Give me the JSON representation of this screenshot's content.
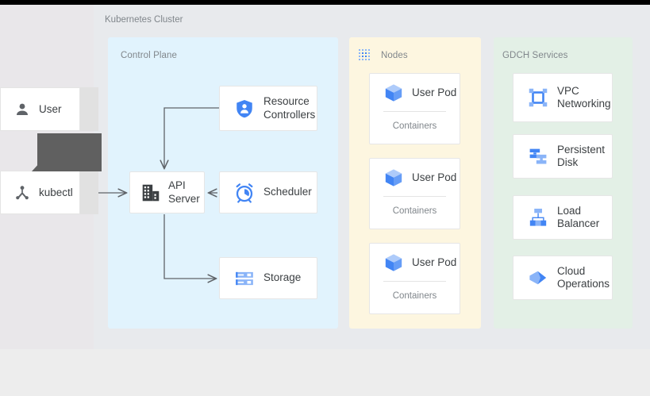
{
  "canvas": {
    "cluster_title": "Kubernetes Cluster",
    "colors": {
      "control_plane_bg": "#e1f3fd",
      "nodes_bg": "#fdf6e0",
      "services_bg": "#e3f0e6",
      "canvas_bg": "#e8eaed",
      "left_pane_bg": "#e9e7ea",
      "card_bg": "#ffffff",
      "icon_blue": "#4285f4",
      "icon_blue_light": "#8ab4f8",
      "text_primary": "#3c4043",
      "text_muted": "#80868b",
      "arrow": "#5f6368",
      "tooltip_bg": "#606060"
    }
  },
  "actors": [
    {
      "label": "User",
      "icon": "person-icon"
    },
    {
      "label": "kubectl",
      "icon": "kubectl-icon"
    }
  ],
  "tooltip": {
    "text": ""
  },
  "groups": {
    "control_plane": {
      "label": "Control Plane",
      "nodes": [
        {
          "label": "Resource Controllers",
          "icon": "shield-person-icon"
        },
        {
          "label": "API Server",
          "icon": "api-server-icon"
        },
        {
          "label": "Scheduler",
          "icon": "alarm-clock-icon"
        },
        {
          "label": "Storage",
          "icon": "storage-rack-icon"
        }
      ]
    },
    "nodes": {
      "label": "Nodes",
      "icon": "dotted-grid-icon",
      "pods": [
        {
          "label": "User Pod",
          "sublabel": "Containers",
          "icon": "cube-icon"
        },
        {
          "label": "User Pod",
          "sublabel": "Containers",
          "icon": "cube-icon"
        },
        {
          "label": "User Pod",
          "sublabel": "Containers",
          "icon": "cube-icon"
        }
      ]
    },
    "services": {
      "label": "GDCH Services",
      "items": [
        {
          "label": "VPC Networking",
          "icon": "vpc-networking-icon"
        },
        {
          "label": "Persistent Disk",
          "icon": "persistent-disk-icon"
        },
        {
          "label": "Load Balancer",
          "icon": "load-balancer-icon"
        },
        {
          "label": "Cloud Operations",
          "icon": "cloud-operations-icon"
        }
      ]
    }
  },
  "connections": [
    {
      "from": "kubectl",
      "to": "API Server"
    },
    {
      "from": "Resource Controllers",
      "to": "API Server"
    },
    {
      "from": "Scheduler",
      "to": "API Server"
    },
    {
      "from": "API Server",
      "to": "Storage"
    }
  ]
}
